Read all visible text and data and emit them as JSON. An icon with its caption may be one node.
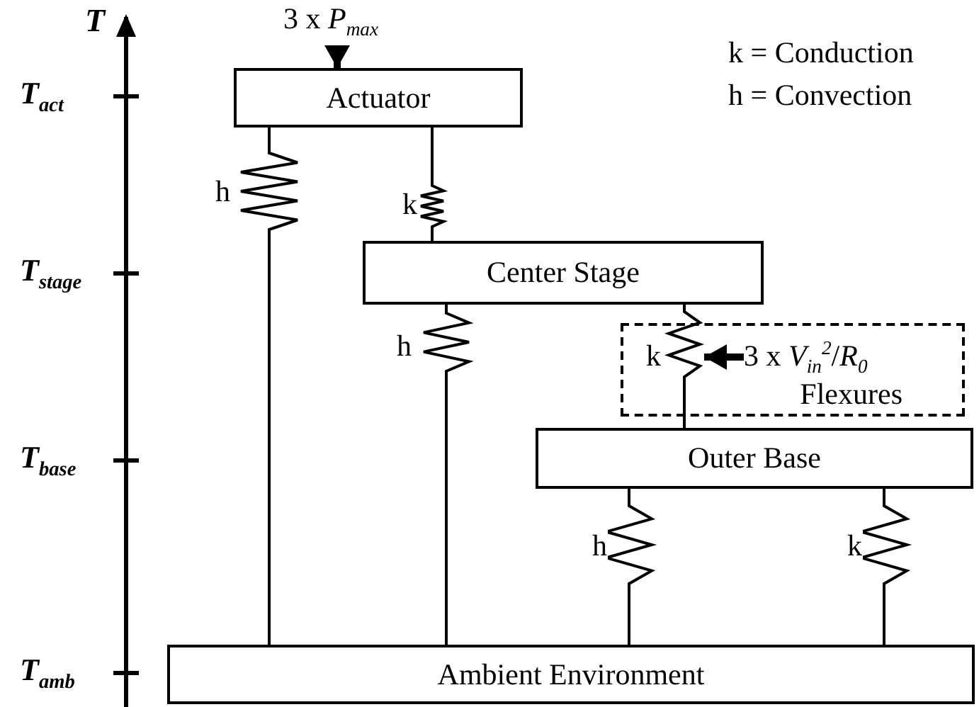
{
  "diagram": {
    "nodes": [
      {
        "text": [
          "Actuator"
        ]
      },
      {
        "text": [
          "Center Stage"
        ]
      },
      {
        "text": [
          "Flexures"
        ]
      },
      {
        "text": [
          "Outer Base"
        ]
      },
      {
        "text": [
          "Ambient Environment"
        ]
      },
      {
        "text": [
          "3 x *P*$_{max}$"
        ]
      },
      {
        "text": [
          "3 x *V*$_{in}$$^{2}$/*R*$_{0}$"
        ],
        "in": 2
      }
    ],
    "edges": [
      {
        "from": 0,
        "to": 4,
        "arrow": "none",
        "label": "h"
      },
      {
        "from": 0,
        "to": 1,
        "arrow": "none",
        "label": "k"
      },
      {
        "from": 1,
        "to": 4,
        "arrow": "none",
        "label": "h"
      },
      {
        "from": 1,
        "to": 3,
        "arrow": "none",
        "label": "k"
      },
      {
        "from": 3,
        "to": 4,
        "arrow": "none",
        "label": "h"
      },
      {
        "from": 3,
        "to": 4,
        "arrow": "none",
        "label": "k"
      },
      {
        "from": 5,
        "to": 0,
        "arrow": "to",
        "style": "thick"
      },
      {
        "from": 6,
        "to": null,
        "arrow": "to",
        "style": "thick"
      }
    ],
    "labels": [
      "T",
      "T$_{act}$",
      "T$_{stage}$",
      "T$_{base}$",
      "T$_{amb}$",
      "k = Conduction",
      "h = Convection"
    ]
  }
}
